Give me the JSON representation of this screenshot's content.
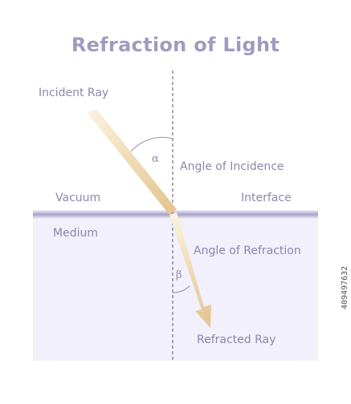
{
  "diagram": {
    "title": "Refraction of Light",
    "labels": {
      "incident_ray": "Incident Ray",
      "angle_of_incidence": "Angle of Incidence",
      "vacuum": "Vacuum",
      "interface": "Interface",
      "medium": "Medium",
      "angle_of_refraction": "Angle of Refraction",
      "refracted_ray": "Refracted Ray"
    },
    "angle_symbols": {
      "incidence": "α",
      "refraction": "β"
    },
    "side_id": "409497632"
  },
  "colors": {
    "title": "#a09bbf",
    "label": "#8c87ad",
    "medium_fill": "#f1f0fb",
    "interface_line": "#a8a3c7",
    "normal_line": "#7f7a94",
    "ray_light": "#fbf3df",
    "ray_dark": "#e3c38d",
    "arc": "#a09bbf",
    "side_tag": "#555555"
  }
}
